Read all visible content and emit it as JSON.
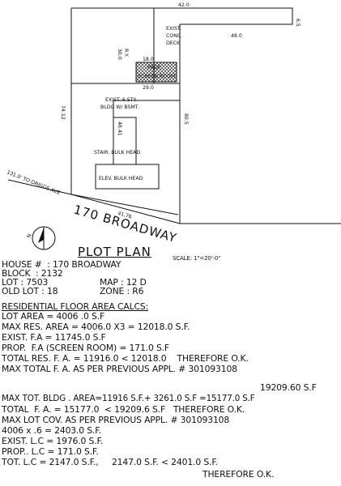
{
  "plan": {
    "dim_top": "42.0",
    "dim_right_small": "6.5",
    "dim_deck_width": "48.0",
    "deck_label": [
      "EXIST.",
      "CONC.",
      "DECK"
    ],
    "row_label": [
      "30.0",
      "R.Y."
    ],
    "screen_room": [
      "18.0",
      "PROP.",
      "SCREEN ROOM"
    ],
    "dim_under_screen": "29.0",
    "bldg_label": [
      "EXIST. 6 STY.",
      "BLDG W/ BSMT."
    ],
    "dim_left": "74.12",
    "dim_right": "80.5",
    "dim_inner": "48.41",
    "stair": "STAIR. BULK HEAD",
    "elev": "ELEV. BULK HEAD",
    "dim_bottom": "41.76",
    "driggs": "131.0' TO DRIGGS AVE",
    "street": "170 BROADWAY",
    "north": "N"
  },
  "title": {
    "heading": "PLOT PLAN",
    "scale": "SCALE: 1\"=20'-0\""
  },
  "info": {
    "house": "HOUSE #  : 170 BROADWAY",
    "block": "BLOCK  : 2132",
    "lot": "LOT : 7503",
    "map": "MAP : 12 D",
    "old_lot": "OLD LOT : 18",
    "zone": "ZONE : R6"
  },
  "calcs": {
    "heading": "RESIDENTIAL FLOOR AREA CALCS:",
    "lines": [
      "LOT AREA = 4006 .0 S.F",
      "MAX RES. AREA = 4006.0 X3 = 12018.0 S.F.",
      "EXIST. F.A = 11745.0 S.F",
      "PROP.  F.A (SCREEN ROOM) = 171.0 S.F",
      "TOTAL RES. F. A. = 11916.0 < 12018.0    THEREFORE O.K.",
      "MAX TOTAL F. A. AS PER PREVIOUS APPL. # 301093108",
      "19209.60 S.F",
      "MAX TOT. BLDG . AREA=11916 S.F.+ 3261.0 S.F =15177.0 S.F",
      "TOTAL  F. A. = 15177.0  < 19209.6 S.F   THEREFORE O.K.",
      "MAX LOT COV. AS PER PREVIOUS APPL. # 301093108",
      "4006 x .6 = 2403.0 S.F.",
      "EXIST. L.C = 1976.0 S.F.",
      "PROP.. L.C = 171.0 S.F.",
      "TOT. L.C = 2147.0 S.F.,     2147.0 S.F. < 2401.0 S.F.",
      "THEREFORE O.K."
    ]
  }
}
